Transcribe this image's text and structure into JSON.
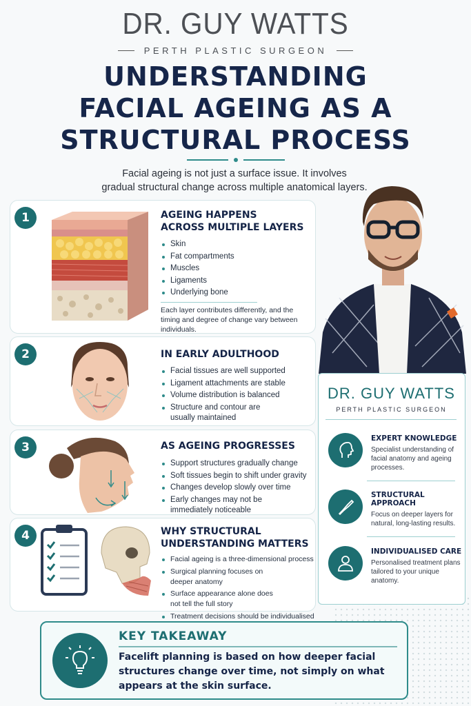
{
  "header": {
    "brand": "DR. GUY WATTS",
    "subtitle": "PERTH PLASTIC SURGEON",
    "title_lines": [
      "UNDERSTANDING",
      "FACIAL AGEING AS A",
      "STRUCTURAL PROCESS"
    ],
    "intro_lines": [
      "Facial ageing is not just a surface issue. It involves",
      "gradual structural change across multiple anatomical layers."
    ]
  },
  "sections": [
    {
      "number": "1",
      "title_lines": [
        "AGEING HAPPENS",
        "ACROSS MULTIPLE LAYERS"
      ],
      "bullets": [
        "Skin",
        "Fat compartments",
        "Muscles",
        "Ligaments",
        "Underlying bone"
      ],
      "note": "Each layer contributes differently, and the timing and degree of change vary between individuals."
    },
    {
      "number": "2",
      "title_lines": [
        "IN EARLY ADULTHOOD"
      ],
      "bullets": [
        "Facial tissues are well supported",
        "Ligament attachments are stable",
        "Volume distribution is balanced",
        "Structure and contour are usually maintained"
      ]
    },
    {
      "number": "3",
      "title_lines": [
        "AS AGEING PROGRESSES"
      ],
      "bullets": [
        "Support structures gradually change",
        "Soft tissues begin to shift under gravity",
        "Changes develop slowly over time",
        "Early changes may not be immediately noticeable"
      ]
    },
    {
      "number": "4",
      "title_lines": [
        "WHY STRUCTURAL",
        "UNDERSTANDING MATTERS"
      ],
      "bullets": [
        "Facial ageing is a three-dimensional process",
        "Surgical planning focuses on deeper anatomy",
        "Surface appearance alone does not tell the full story",
        "Treatment decisions should be individualised"
      ]
    }
  ],
  "panel": {
    "name": "DR. GUY WATTS",
    "subtitle": "PERTH PLASTIC SURGEON",
    "items": [
      {
        "icon": "face-profile-icon",
        "title": "EXPERT KNOWLEDGE",
        "text": "Specialist understanding of facial anatomy and ageing processes."
      },
      {
        "icon": "scalpel-icon",
        "title": "STRUCTURAL APPROACH",
        "text": "Focus on deeper layers for natural, long-lasting results."
      },
      {
        "icon": "person-icon",
        "title": "INDIVIDUALISED CARE",
        "text": "Personalised treatment plans tailored to your unique anatomy."
      }
    ]
  },
  "takeaway": {
    "title": "KEY TAKEAWAY",
    "text": "Facelift planning is based on how deeper facial structures change over time, not simply on what appears at the skin surface."
  },
  "colors": {
    "teal": "#1d6e71",
    "navy": "#152447",
    "accent_line": "#2e8b8a"
  }
}
